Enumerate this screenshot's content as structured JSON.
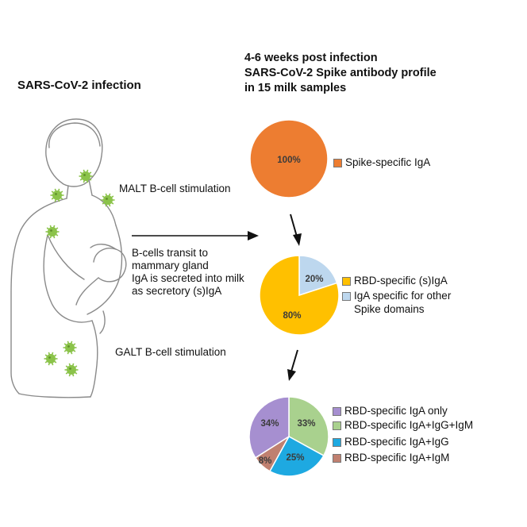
{
  "header": {
    "left_title": "SARS-CoV-2 infection",
    "right_title_lines": [
      "4-6 weeks post infection",
      "SARS-CoV-2 Spike antibody profile",
      "in 15 milk samples"
    ]
  },
  "labels": {
    "malt": "MALT B-cell stimulation",
    "transit_lines": [
      "B-cells transit to",
      "mammary gland",
      "IgA is secreted into milk",
      "as secretory (s)IgA"
    ],
    "galt": "GALT B-cell stimulation"
  },
  "pies": [
    {
      "slices": [
        {
          "label": "Spike-specific IgA",
          "value": 100,
          "pct_label": "100%",
          "color": "#ed7d31"
        }
      ]
    },
    {
      "slices": [
        {
          "label": "RBD-specific (s)IgA",
          "value": 80,
          "pct_label": "80%",
          "color": "#ffc000"
        },
        {
          "label": "IgA specific for other Spike domains",
          "label_lines": [
            "IgA specific for other",
            "Spike domains"
          ],
          "value": 20,
          "pct_label": "20%",
          "color": "#bdd7ee"
        }
      ]
    },
    {
      "slices": [
        {
          "label": "RBD-specific IgA only",
          "value": 34,
          "pct_label": "34%",
          "color": "#a68fd0"
        },
        {
          "label": "RBD-specific IgA+IgG+IgM",
          "value": 33,
          "pct_label": "33%",
          "color": "#a9d18e"
        },
        {
          "label": "RBD-specific IgA+IgG",
          "value": 25,
          "pct_label": "25%",
          "color": "#1ea9e1"
        },
        {
          "label": "RBD-specific IgA+IgM",
          "value": 8,
          "pct_label": "8%",
          "color": "#c08070"
        }
      ]
    }
  ],
  "colors": {
    "virus": "#8bc34a",
    "line_art": "#888888",
    "arrow": "#111111"
  }
}
